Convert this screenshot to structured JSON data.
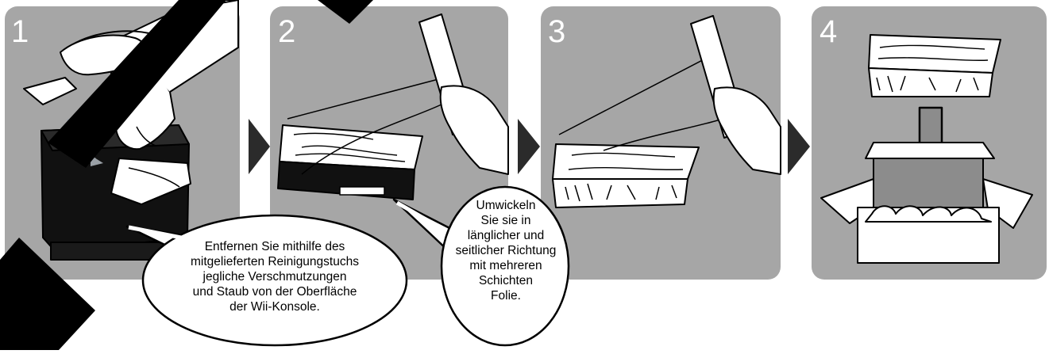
{
  "steps": [
    {
      "number": "1"
    },
    {
      "number": "2"
    },
    {
      "number": "3"
    },
    {
      "number": "4"
    }
  ],
  "bubbles": {
    "step1": "Entfernen Sie mithilfe des\nmitgelieferten Reinigungstuchs\njegliche Verschmutzungen\nund Staub von der Oberfläche\nder Wii-Konsole.",
    "step2": "Umwickeln\nSie sie in\nlänglicher und\nseitlicher Richtung\nmit mehreren\nSchichten\nFolie."
  },
  "colors": {
    "panel": "#a6a6a6",
    "panel_number": "#ffffff",
    "arrow": "#2b2b2b",
    "console": "#111111",
    "outline": "#000000"
  }
}
